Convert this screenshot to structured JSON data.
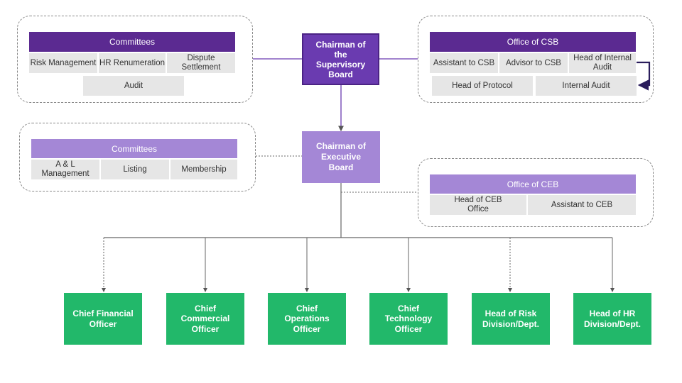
{
  "supervisory": {
    "chairman": "Chairman of the Supervisory Board",
    "committees": {
      "title": "Committees",
      "items": [
        "Risk Management",
        "HR Renumeration",
        "Dispute Settlement",
        "Audit"
      ]
    },
    "office": {
      "title": "Office of CSB",
      "items": [
        "Assistant to CSB",
        "Advisor to CSB",
        "Head of Internal Audit",
        "Head of Protocol",
        "Internal Audit"
      ]
    }
  },
  "executive": {
    "chairman": "Chairman of Executive Board",
    "committees": {
      "title": "Committees",
      "items": [
        "A & L Management",
        "Listing",
        "Membership"
      ]
    },
    "office": {
      "title": "Office of CEB",
      "items": [
        "Head of CEB Office",
        "Assistant to CEB"
      ]
    }
  },
  "officers": [
    "Chief Financial Officer",
    "Chief Commercial Officer",
    "Chief Operations Officer",
    "Chief Technology Officer",
    "Head of Risk Division/Dept.",
    "Head of HR Division/Dept."
  ],
  "colors": {
    "supervisory": "#6a3bb0",
    "executive": "#a487d6",
    "officer": "#22b86a",
    "cell": "#e6e6e6"
  }
}
